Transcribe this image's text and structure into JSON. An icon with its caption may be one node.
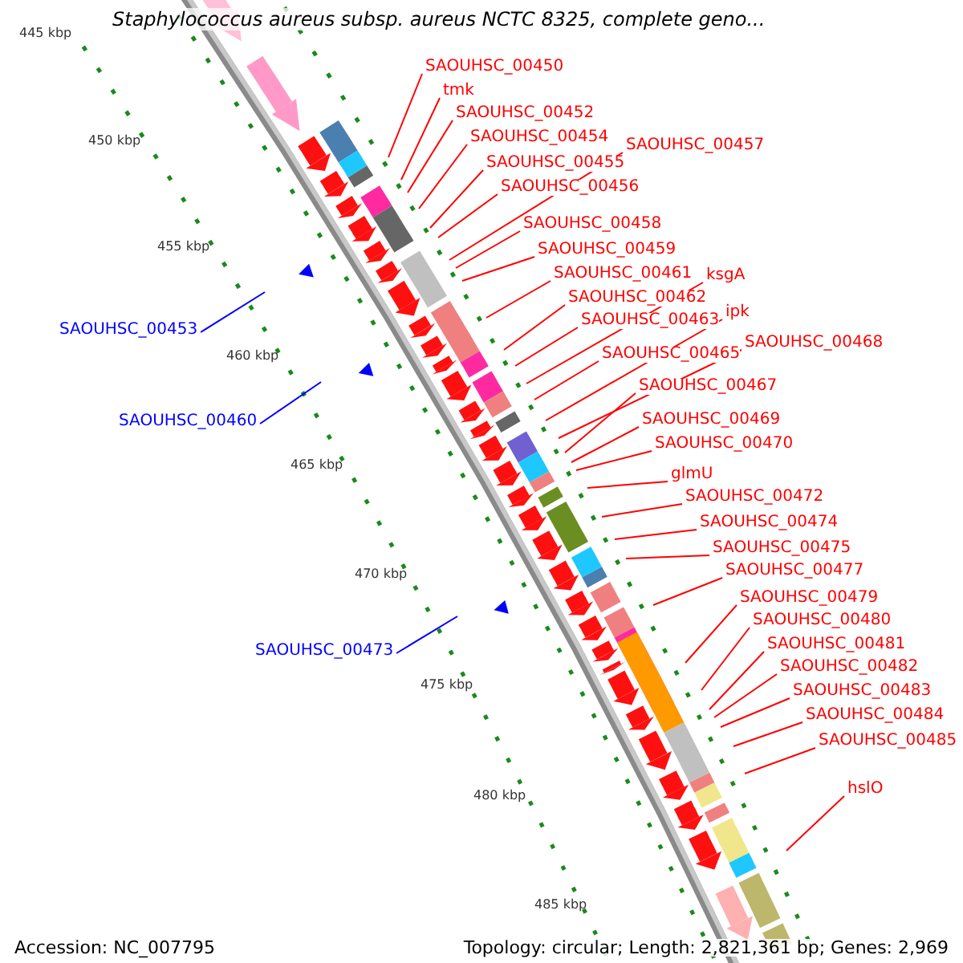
{
  "diagram": {
    "title": "Staphylococcus aureus subsp. aureus NCTC 8325, complete geno...",
    "nodes": [
      {
        "text": [
          "SAOUHSC_00450"
        ]
      },
      {
        "text": [
          "tmk"
        ]
      },
      {
        "text": [
          "SAOUHSC_00452"
        ]
      },
      {
        "text": [
          "SAOUHSC_00454"
        ]
      },
      {
        "text": [
          "SAOUHSC_00457"
        ]
      },
      {
        "text": [
          "SAOUHSC_00455"
        ]
      },
      {
        "text": [
          "SAOUHSC_00456"
        ]
      },
      {
        "text": [
          "SAOUHSC_00458"
        ]
      },
      {
        "text": [
          "SAOUHSC_00459"
        ]
      },
      {
        "text": [
          "SAOUHSC_00461"
        ]
      },
      {
        "text": [
          "ksgA"
        ]
      },
      {
        "text": [
          "SAOUHSC_00462"
        ]
      },
      {
        "text": [
          "ipk"
        ]
      },
      {
        "text": [
          "SAOUHSC_00463"
        ]
      },
      {
        "text": [
          "SAOUHSC_00453"
        ]
      },
      {
        "text": [
          "SAOUHSC_00468"
        ]
      },
      {
        "text": [
          "SAOUHSC_00465"
        ]
      },
      {
        "text": [
          "SAOUHSC_00467"
        ]
      },
      {
        "text": [
          "SAOUHSC_00469"
        ]
      },
      {
        "text": [
          "SAOUHSC_00460"
        ]
      },
      {
        "text": [
          "SAOUHSC_00470"
        ]
      },
      {
        "text": [
          "glmU"
        ]
      },
      {
        "text": [
          "SAOUHSC_00472"
        ]
      },
      {
        "text": [
          "SAOUHSC_00474"
        ]
      },
      {
        "text": [
          "SAOUHSC_00475"
        ]
      },
      {
        "text": [
          "SAOUHSC_00477"
        ]
      },
      {
        "text": [
          "SAOUHSC_00479"
        ]
      },
      {
        "text": [
          "SAOUHSC_00480"
        ]
      },
      {
        "text": [
          "SAOUHSC_00481"
        ]
      },
      {
        "text": [
          "SAOUHSC_00473"
        ]
      },
      {
        "text": [
          "SAOUHSC_00482"
        ]
      },
      {
        "text": [
          "SAOUHSC_00483"
        ]
      },
      {
        "text": [
          "SAOUHSC_00484"
        ]
      },
      {
        "text": [
          "SAOUHSC_00485"
        ]
      },
      {
        "text": [
          "hslO"
        ]
      }
    ],
    "edges": [
      {
        "from": 0,
        "to": null,
        "arrow": "none"
      },
      {
        "from": 1,
        "to": null,
        "arrow": "none"
      },
      {
        "from": 2,
        "to": null,
        "arrow": "none"
      },
      {
        "from": 3,
        "to": null,
        "arrow": "none"
      },
      {
        "from": 4,
        "to": null,
        "arrow": "none"
      },
      {
        "from": 5,
        "to": null,
        "arrow": "none"
      },
      {
        "from": 6,
        "to": null,
        "arrow": "none"
      },
      {
        "from": 7,
        "to": null,
        "arrow": "none"
      },
      {
        "from": 8,
        "to": null,
        "arrow": "none"
      },
      {
        "from": 9,
        "to": null,
        "arrow": "none"
      },
      {
        "from": 10,
        "to": null,
        "arrow": "none"
      },
      {
        "from": 11,
        "to": null,
        "arrow": "none"
      },
      {
        "from": 12,
        "to": null,
        "arrow": "none"
      },
      {
        "from": 13,
        "to": null,
        "arrow": "none"
      },
      {
        "from": 14,
        "to": null,
        "arrow": "none",
        "color": "#0000ff"
      },
      {
        "from": 15,
        "to": null,
        "arrow": "none"
      },
      {
        "from": 16,
        "to": null,
        "arrow": "none"
      },
      {
        "from": 17,
        "to": null,
        "arrow": "none"
      },
      {
        "from": 18,
        "to": null,
        "arrow": "none"
      },
      {
        "from": 19,
        "to": null,
        "arrow": "none",
        "color": "#0000ff"
      },
      {
        "from": 20,
        "to": null,
        "arrow": "none"
      },
      {
        "from": 21,
        "to": null,
        "arrow": "none"
      },
      {
        "from": 22,
        "to": null,
        "arrow": "none"
      },
      {
        "from": 23,
        "to": null,
        "arrow": "none"
      },
      {
        "from": 24,
        "to": null,
        "arrow": "none"
      },
      {
        "from": 25,
        "to": null,
        "arrow": "none"
      },
      {
        "from": 26,
        "to": null,
        "arrow": "none"
      },
      {
        "from": 27,
        "to": null,
        "arrow": "none"
      },
      {
        "from": 28,
        "to": null,
        "arrow": "none"
      },
      {
        "from": 29,
        "to": null,
        "arrow": "none",
        "color": "#0000ff"
      },
      {
        "from": 30,
        "to": null,
        "arrow": "none"
      },
      {
        "from": 31,
        "to": null,
        "arrow": "none"
      },
      {
        "from": 32,
        "to": null,
        "arrow": "none"
      },
      {
        "from": 33,
        "to": null,
        "arrow": "none"
      },
      {
        "from": 34,
        "to": null,
        "arrow": "none"
      }
    ],
    "labels": [
      "445 kbp",
      "450 kbp",
      "455 kbp",
      "460 kbp",
      "465 kbp",
      "470 kbp",
      "475 kbp",
      "480 kbp",
      "485 kbp",
      "Accession: NC_007795",
      "Topology: circular; Length: 2,821,361 bp; Genes: 2,969"
    ]
  }
}
